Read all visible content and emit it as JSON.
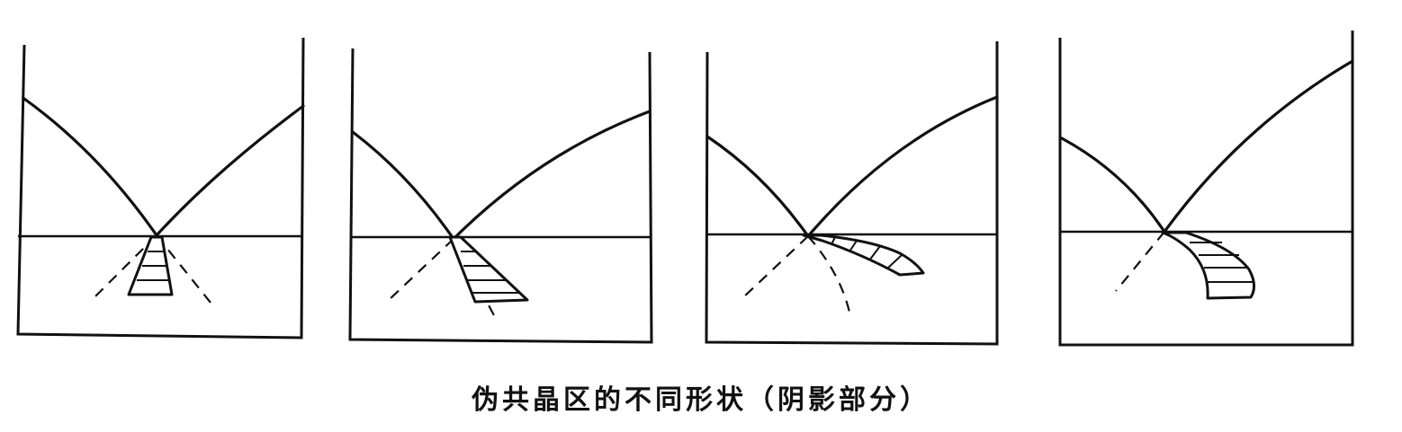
{
  "caption": "伪共晶区的不同形状（阴影部分）",
  "panels": [
    {
      "shape": "symmetric"
    },
    {
      "shape": "skewed-right"
    },
    {
      "shape": "strongly-skewed-right"
    },
    {
      "shape": "curved-right"
    }
  ]
}
